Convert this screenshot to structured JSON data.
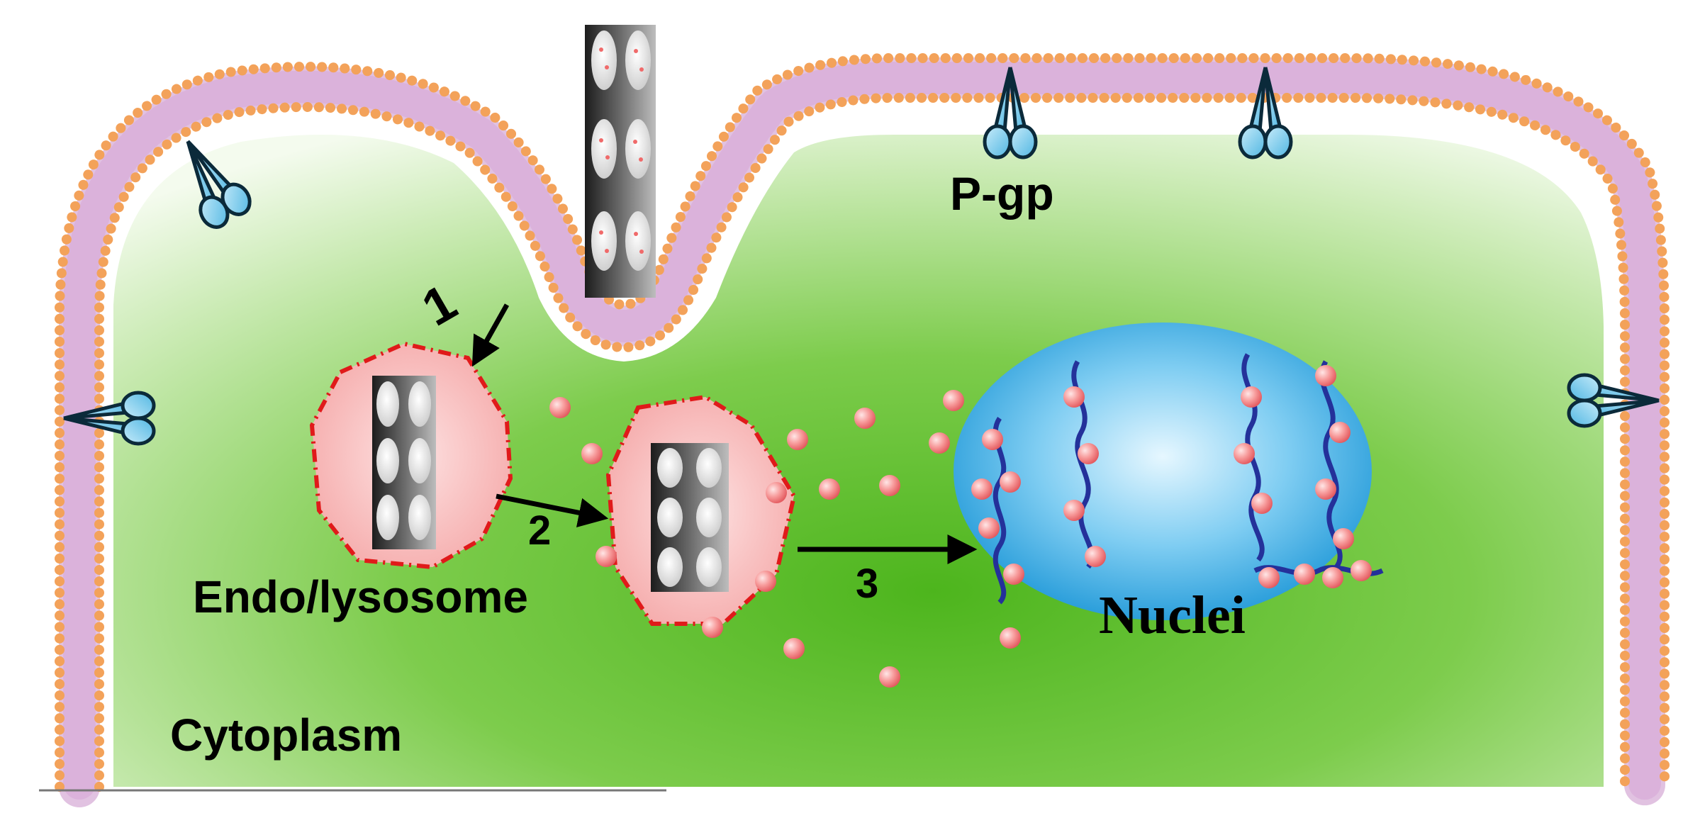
{
  "labels": {
    "pgp": "P-gp",
    "endo": "Endo/lysosome",
    "cytoplasm": "Cytoplasm",
    "nuclei": "Nuclei",
    "step1": "1",
    "step2": "2",
    "step3": "3"
  },
  "colors": {
    "cytoplasm": "#66c22e",
    "cytoplasm_edge": "#e9f7df",
    "lipid_head": "#f3a25a",
    "lipid_tail": "#c98fc9",
    "pgp_fill": "#6cc7ea",
    "endosome_fill": "#f8bcbc",
    "endosome_border": "#e01a1a",
    "drug": "#f47f7f",
    "nucleus": "#2aa3dd",
    "dna": "#24319a",
    "arrow": "#000000"
  },
  "icons": [
    "p-glycoprotein-icon",
    "mesoporous-nanoparticle-icon",
    "drug-molecule-icon",
    "dna-helix-icon"
  ]
}
